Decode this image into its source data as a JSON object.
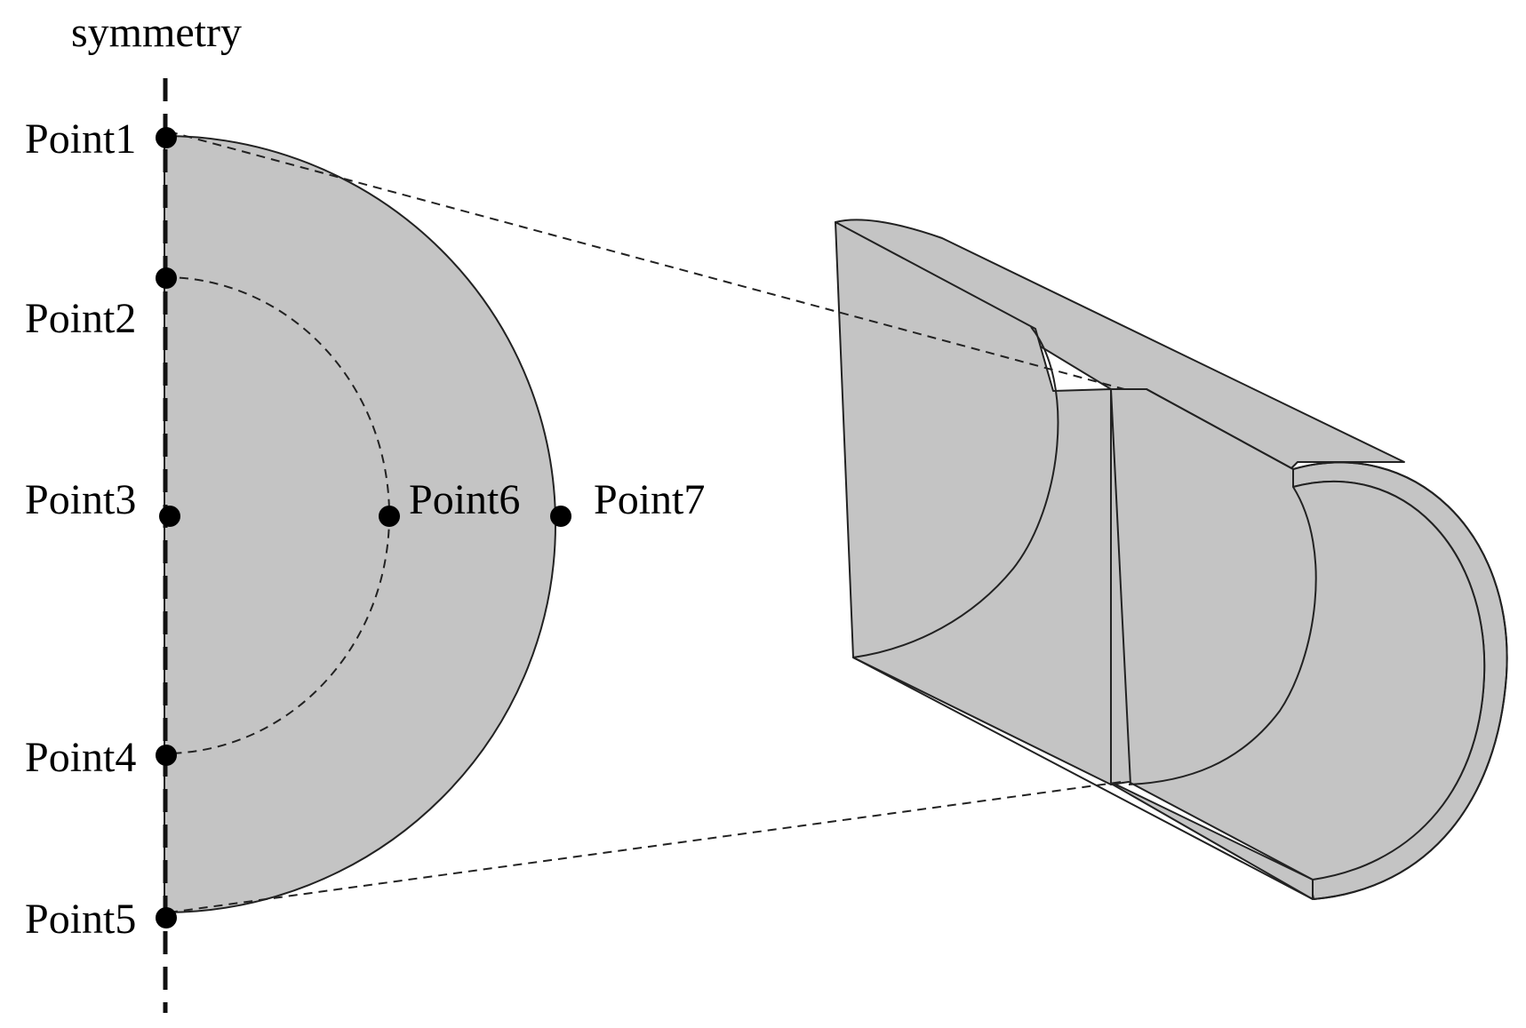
{
  "axis_label": "symmetry",
  "points": [
    {
      "id": "point1",
      "label": "Point1"
    },
    {
      "id": "point2",
      "label": "Point2"
    },
    {
      "id": "point3",
      "label": "Point3"
    },
    {
      "id": "point4",
      "label": "Point4"
    },
    {
      "id": "point5",
      "label": "Point5"
    },
    {
      "id": "point6",
      "label": "Point6"
    },
    {
      "id": "point7",
      "label": "Point7"
    }
  ],
  "colors": {
    "fill": "#c4c4c4",
    "stroke": "#222222",
    "marker": "#000000",
    "background": "#ffffff"
  }
}
